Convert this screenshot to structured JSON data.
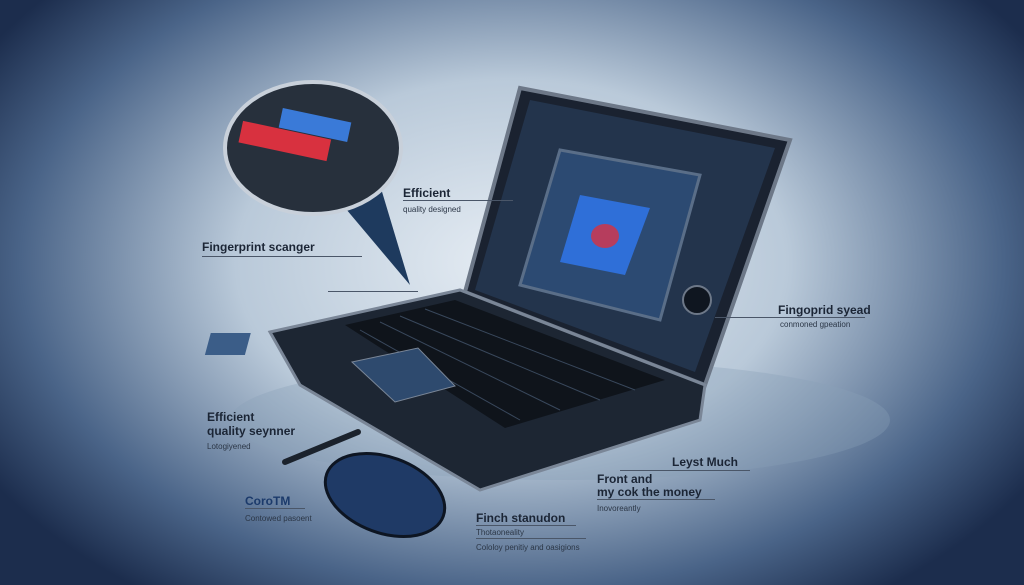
{
  "callouts": {
    "efficient_top": {
      "title": "Efficient",
      "subtitle": "quality designed"
    },
    "fingerprint_left": {
      "title": "Fingerprint scanger"
    },
    "fingerprint_right": {
      "title": "Fingoprid syead",
      "subtitle": "conmoned gpeation"
    },
    "efficient_bottom": {
      "title": "Efficient",
      "title2": "quality seynner",
      "subtitle": "Lotogiyened"
    },
    "core": {
      "title": "CoroTM",
      "subtitle": "Contowed pasoent"
    },
    "leyst": {
      "title": "Leyst Much"
    },
    "front": {
      "title": "Front and",
      "title2": "my cok the money",
      "subtitle": "Inovoreantly"
    },
    "finish": {
      "title": "Finch stanudon",
      "subtitle": "Thotaoneality",
      "subtitle2": "Cololoy penitiy and oasigions"
    }
  },
  "colors": {
    "accent_red": "#d8313f",
    "accent_blue": "#2f6fd8",
    "laptop_body": "#1d2633"
  }
}
